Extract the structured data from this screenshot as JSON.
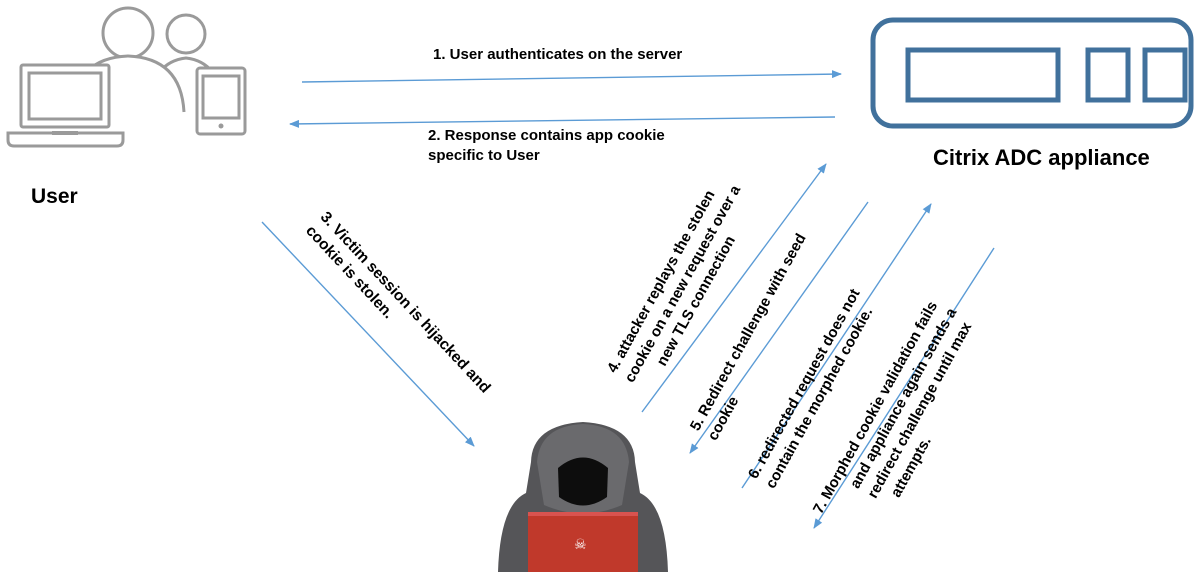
{
  "actors": {
    "user_label": "User",
    "appliance_label": "Citrix ADC appliance",
    "attacker_badge": "☠"
  },
  "steps": {
    "s1": "1. User authenticates on the server",
    "s2_l1": "2. Response contains app cookie",
    "s2_l2": "specific to User",
    "s3_l1": "3. Victim session is hijacked and",
    "s3_l2": "cookie is stolen.",
    "s4_l1": "4. attacker replays the stolen",
    "s4_l2": "cookie on a new request over a",
    "s4_l3": "new TLS connection",
    "s5_l1": "5. Redirect challenge with seed",
    "s5_l2": "cookie",
    "s6_l1": "6. redirected request  does not",
    "s6_l2": "contain the morphed cookie.",
    "s7_l1": "7. Morphed cookie validation fails",
    "s7_l2": "and appliance again sends a",
    "s7_l3": "redirect challenge until max",
    "s7_l4": "attempts."
  },
  "colors": {
    "arrow": "#5b9bd5",
    "icon_gray": "#9a9a9a",
    "appliance_blue": "#41719c",
    "laptop_red": "#c0392b"
  }
}
